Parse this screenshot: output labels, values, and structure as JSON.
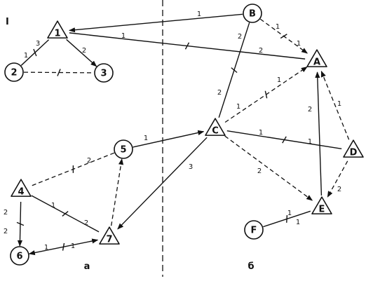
{
  "roman_label": "I",
  "captions": {
    "left": "a",
    "right": "б"
  },
  "nodes": [
    {
      "id": "1",
      "shape": "triangle"
    },
    {
      "id": "2",
      "shape": "circle"
    },
    {
      "id": "3",
      "shape": "circle"
    },
    {
      "id": "4",
      "shape": "triangle"
    },
    {
      "id": "5",
      "shape": "circle"
    },
    {
      "id": "6",
      "shape": "circle"
    },
    {
      "id": "7",
      "shape": "triangle"
    },
    {
      "id": "A",
      "shape": "triangle"
    },
    {
      "id": "B",
      "shape": "circle"
    },
    {
      "id": "C",
      "shape": "triangle"
    },
    {
      "id": "D",
      "shape": "triangle"
    },
    {
      "id": "E",
      "shape": "triangle"
    },
    {
      "id": "F",
      "shape": "circle"
    }
  ],
  "edges": [
    {
      "from": "B",
      "to": "1",
      "style": "solid",
      "arrow": "end",
      "tick": false,
      "weights": [
        "1"
      ]
    },
    {
      "from": "B",
      "to": "A",
      "style": "dashed",
      "arrow": "end",
      "tick": true,
      "weights": [
        "1",
        "1"
      ]
    },
    {
      "from": "B",
      "to": "C",
      "style": "solid",
      "arrow": "none",
      "tick": true,
      "weights": [
        "2",
        "2"
      ]
    },
    {
      "from": "1",
      "to": "A",
      "style": "solid",
      "arrow": "none",
      "tick": true,
      "weights": [
        "1",
        "2"
      ]
    },
    {
      "from": "1",
      "to": "2",
      "style": "solid",
      "arrow": "none",
      "tick": true,
      "weights": [
        "3",
        "1"
      ]
    },
    {
      "from": "1",
      "to": "3",
      "style": "solid",
      "arrow": "end",
      "tick": false,
      "weights": [
        "2"
      ]
    },
    {
      "from": "2",
      "to": "3",
      "style": "dashed",
      "arrow": "none",
      "tick": true,
      "weights": []
    },
    {
      "from": "C",
      "to": "A",
      "style": "dashed",
      "arrow": "end",
      "tick": true,
      "weights": [
        "1",
        "1"
      ]
    },
    {
      "from": "C",
      "to": "D",
      "style": "solid",
      "arrow": "none",
      "tick": true,
      "weights": [
        "1",
        "1"
      ]
    },
    {
      "from": "C",
      "to": "E",
      "style": "dashed",
      "arrow": "end",
      "tick": false,
      "weights": [
        "2"
      ]
    },
    {
      "from": "C",
      "to": "7",
      "style": "solid",
      "arrow": "end",
      "tick": false,
      "weights": [
        "3"
      ]
    },
    {
      "from": "D",
      "to": "A",
      "style": "dashed",
      "arrow": "end",
      "tick": false,
      "weights": [
        "1"
      ]
    },
    {
      "from": "D",
      "to": "E",
      "style": "dashed",
      "arrow": "end",
      "tick": false,
      "weights": [
        "2"
      ]
    },
    {
      "from": "E",
      "to": "A",
      "style": "solid",
      "arrow": "end",
      "tick": false,
      "weights": [
        "2"
      ]
    },
    {
      "from": "F",
      "to": "E",
      "style": "solid",
      "arrow": "none",
      "tick": true,
      "weights": [
        "1",
        "1"
      ]
    },
    {
      "from": "5",
      "to": "C",
      "style": "solid",
      "arrow": "end",
      "tick": false,
      "weights": [
        "1"
      ]
    },
    {
      "from": "4",
      "to": "5",
      "style": "dashed",
      "arrow": "none",
      "tick": true,
      "weights": [
        "2"
      ]
    },
    {
      "from": "4",
      "to": "7",
      "style": "solid",
      "arrow": "none",
      "tick": true,
      "weights": [
        "1",
        "2"
      ]
    },
    {
      "from": "4",
      "to": "6",
      "style": "solid",
      "arrow": "end",
      "tick": true,
      "weights": [
        "2",
        "2"
      ]
    },
    {
      "from": "7",
      "to": "5",
      "style": "dashed",
      "arrow": "end",
      "tick": false,
      "weights": []
    },
    {
      "from": "6",
      "to": "7",
      "style": "solid",
      "arrow": "both",
      "tick": true,
      "weights": [
        "1",
        "1"
      ]
    }
  ]
}
